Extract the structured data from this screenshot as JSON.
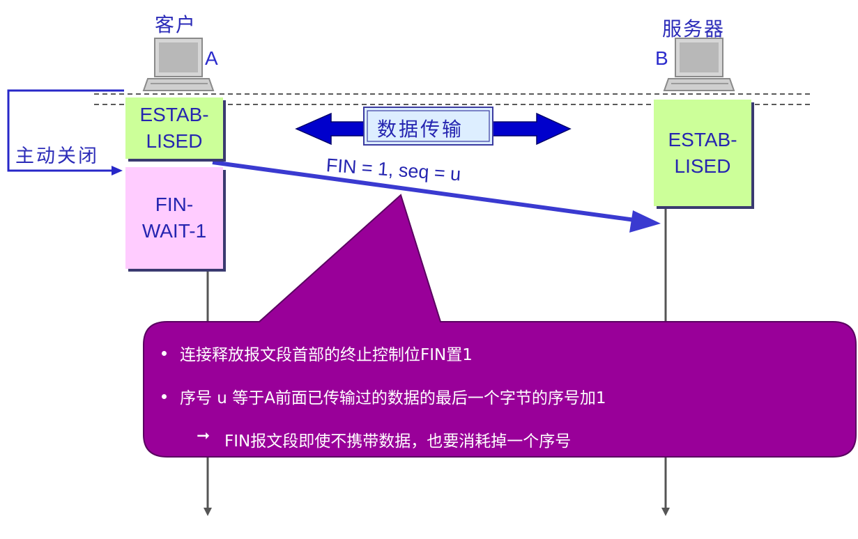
{
  "client": {
    "name": "客户",
    "letter": "A"
  },
  "server": {
    "name": "服务器",
    "letter": "B"
  },
  "active_close_label": "主动关闭",
  "data_transfer_label": "数据传输",
  "client_states": {
    "established": "ESTAB-\nLISED",
    "fin_wait_1": "FIN-\nWAIT-1"
  },
  "server_states": {
    "established": "ESTAB-\nLISED"
  },
  "segment_label": "FIN = 1, seq = u",
  "callout": {
    "line1": "连接释放报文段首部的终止控制位FIN置1",
    "line2": "序号 u 等于A前面已传输过的数据的最后一个字节的序号加1",
    "line3": "FIN报文段即使不携带数据，也要消耗掉一个序号",
    "arrow_glyph": "➞"
  },
  "colors": {
    "arrow_blue": "#3a3ad0",
    "callout_purple": "#990099",
    "state_green": "#ccff99",
    "state_pink": "#ffccff",
    "timeline": "#555555"
  }
}
